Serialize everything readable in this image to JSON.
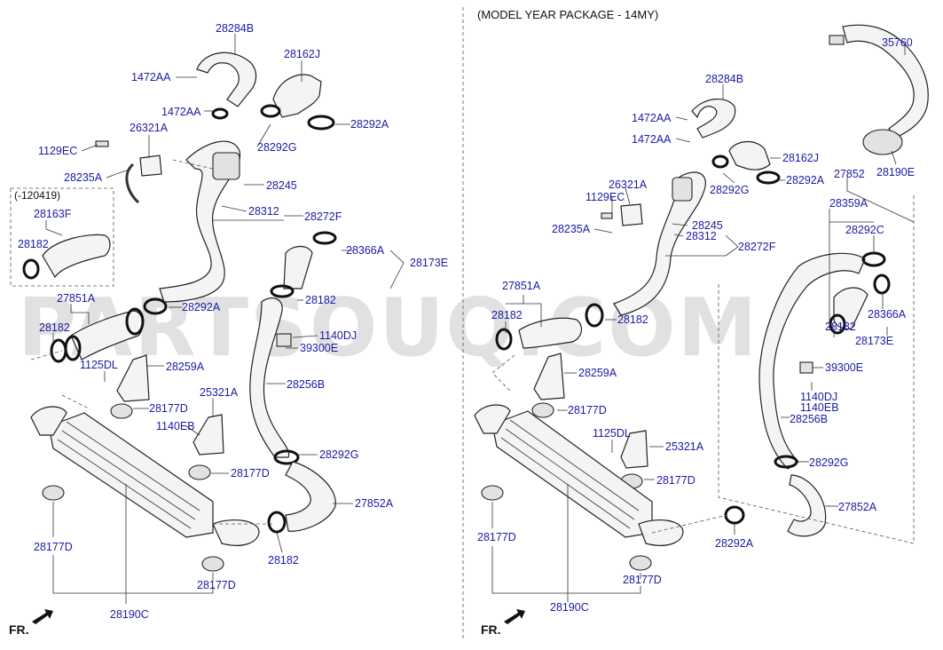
{
  "header": {
    "right_panel_title": "(MODEL YEAR PACKAGE - 14MY)"
  },
  "watermark": "PARTSOUQ.COM",
  "direction": {
    "label": "FR."
  },
  "left_panel": {
    "inset_title": "(-120419)",
    "labels": [
      "28284B",
      "1472AA",
      "28162J",
      "1472AA",
      "28292A",
      "26321A",
      "28292G",
      "1129EC",
      "28235A",
      "28245",
      "28312",
      "28272F",
      "28163F",
      "28182",
      "28366A",
      "28173E",
      "27851A",
      "28292A",
      "28182",
      "28182",
      "1140DJ",
      "39300E",
      "1125DL",
      "28259A",
      "28256B",
      "25321A",
      "28177D",
      "1140EB",
      "28292G",
      "28177D",
      "27852A",
      "28177D",
      "28182",
      "28177D",
      "28190C"
    ]
  },
  "right_panel": {
    "labels": [
      "35760",
      "28284B",
      "1472AA",
      "1472AA",
      "28162J",
      "28190E",
      "27852",
      "28292G",
      "28292A",
      "26321A",
      "1129EC",
      "28359A",
      "28245",
      "28235A",
      "28312",
      "28292C",
      "28272F",
      "27851A",
      "28182",
      "28182",
      "28366A",
      "28182",
      "28173E",
      "28259A",
      "39300E",
      "1140DJ",
      "1140EB",
      "28177D",
      "28256B",
      "1125DL",
      "25321A",
      "28292G",
      "28177D",
      "27852A",
      "28177D",
      "28292A",
      "28177D",
      "28190C"
    ]
  }
}
